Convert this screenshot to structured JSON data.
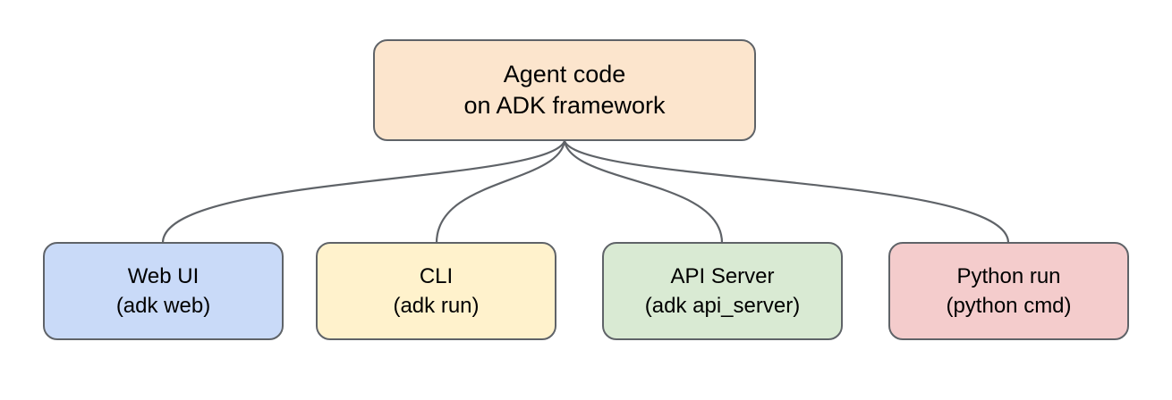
{
  "diagram": {
    "stroke_color": "#5f6368",
    "background_color": "#ffffff",
    "text_color": "#000000",
    "root": {
      "line1": "Agent code",
      "line2": "on ADK framework",
      "fill": "#fce5cd"
    },
    "children": [
      {
        "title": "Web UI",
        "subtitle": "(adk web)",
        "fill": "#c9daf8"
      },
      {
        "title": "CLI",
        "subtitle": "(adk run)",
        "fill": "#fff2cc"
      },
      {
        "title": "API Server",
        "subtitle": "(adk api_server)",
        "fill": "#d9ead3"
      },
      {
        "title": "Python run",
        "subtitle": "(python cmd)",
        "fill": "#f4cccc"
      }
    ]
  }
}
